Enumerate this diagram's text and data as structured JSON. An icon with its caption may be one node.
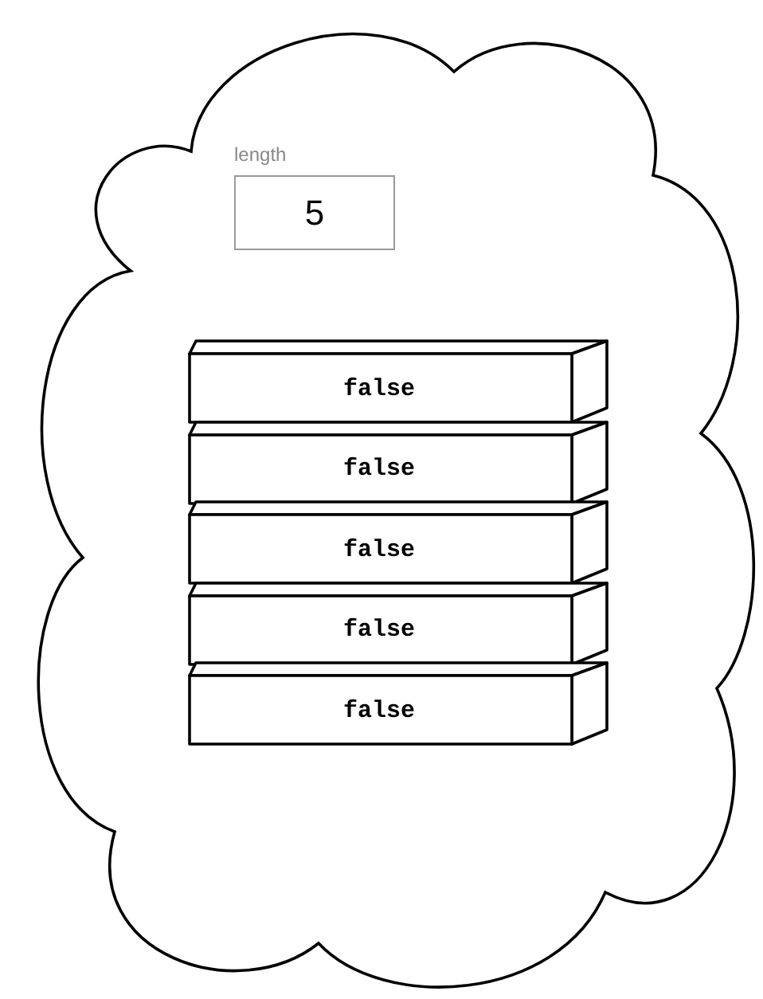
{
  "diagram": {
    "nodes": [
      {
        "text": [],
        "shape": "cloud"
      },
      {
        "text": [
          "length",
          "5"
        ],
        "in": 0
      },
      {
        "text": [
          "false"
        ],
        "in": 0
      },
      {
        "text": [
          "false"
        ],
        "in": 0
      },
      {
        "text": [
          "false"
        ],
        "in": 0
      },
      {
        "text": [
          "false"
        ],
        "in": 0
      },
      {
        "text": [
          "false"
        ],
        "in": 0
      }
    ]
  }
}
